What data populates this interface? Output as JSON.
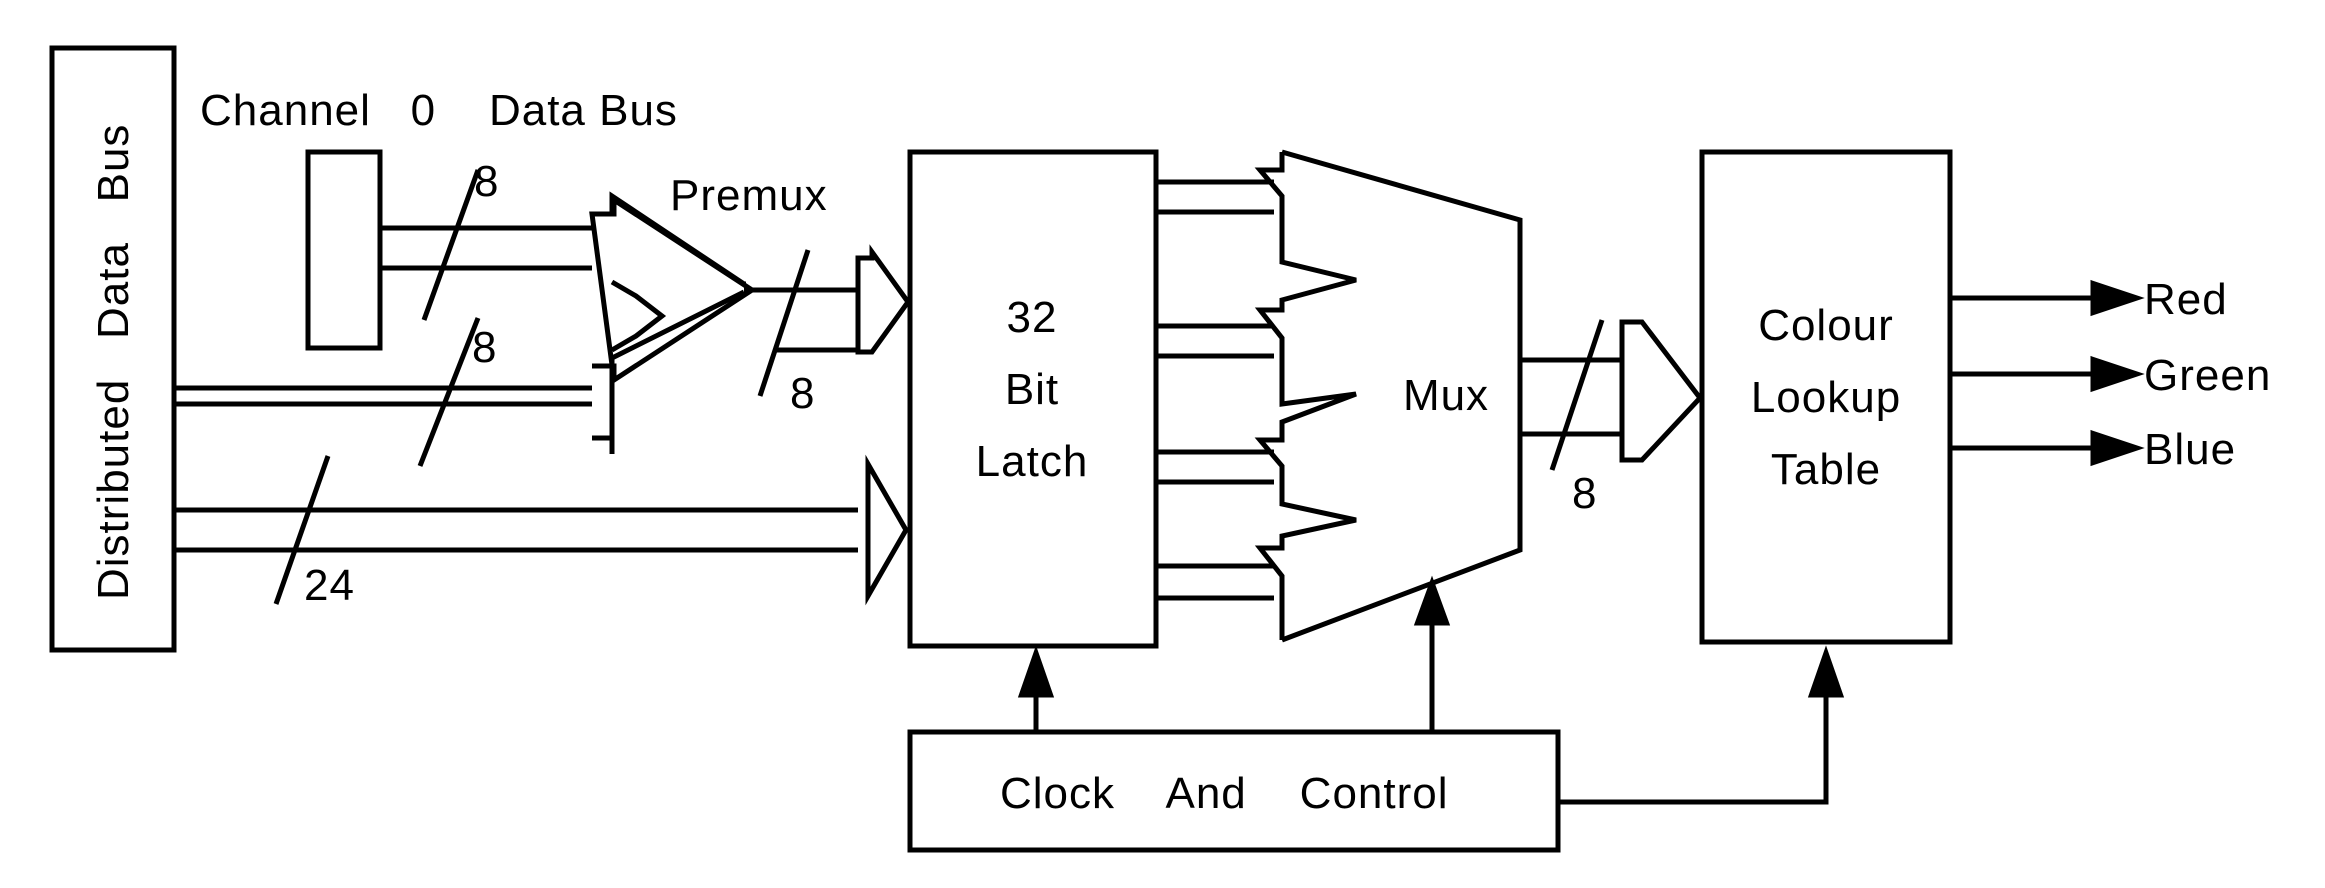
{
  "distributed_data_bus": {
    "label": "Distributed   Data   Bus"
  },
  "channel0_data_bus": {
    "label": "Channel   0    Data Bus"
  },
  "premux": {
    "label": "Premux"
  },
  "latch": {
    "line1": "32",
    "line2": "Bit",
    "line3": "Latch"
  },
  "mux": {
    "label": "Mux"
  },
  "lookup": {
    "line1": "Colour",
    "line2": "Lookup",
    "line3": "Table"
  },
  "clock": {
    "label": "Clock    And    Control"
  },
  "bus_widths": {
    "channel0": "8",
    "distributed_to_premux": "8",
    "premux_out": "8",
    "distributed_to_latch": "24",
    "mux_out": "8"
  },
  "outputs": [
    "Red",
    "Green",
    "Blue"
  ],
  "colors": {
    "ink": "#000000",
    "background": "#ffffff"
  }
}
